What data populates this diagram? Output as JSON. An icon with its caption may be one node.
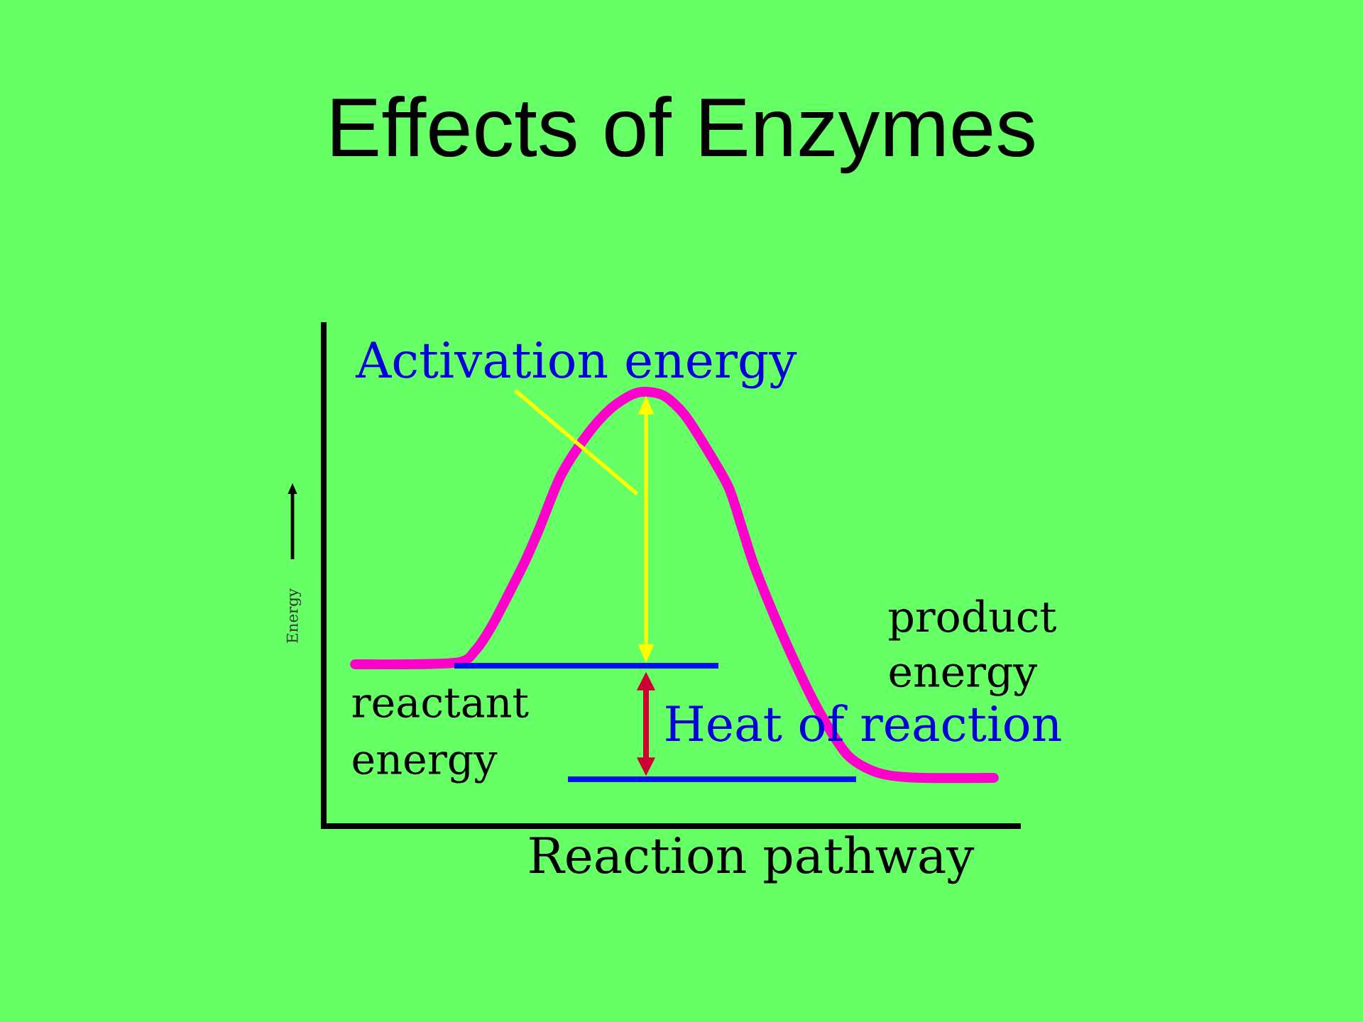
{
  "diagram": {
    "title": "Effects of Enzymes",
    "nodes": [
      {
        "text": [
          "Activation energy"
        ]
      },
      {
        "text": [],
        "shape": "arrow"
      }
    ],
    "edges": [
      {
        "from": 0,
        "to": 1,
        "arrow": "none"
      }
    ],
    "labels": [
      "product energy",
      "Energy",
      "reactant energy",
      "Heat of reaction",
      "Reaction pathway"
    ]
  }
}
